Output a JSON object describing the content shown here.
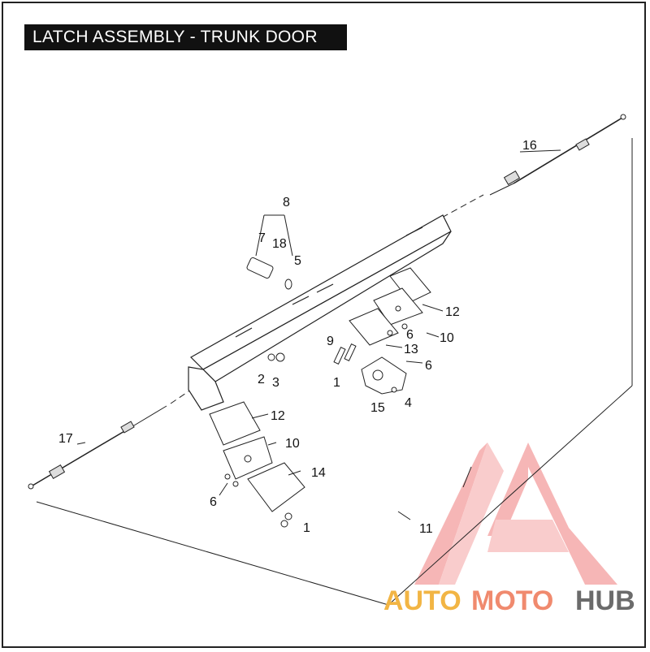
{
  "title": "LATCH ASSEMBLY - TRUNK DOOR",
  "callouts": {
    "c1a": "1",
    "c1b": "1",
    "c2": "2",
    "c3": "3",
    "c4": "4",
    "c5": "5",
    "c6a": "6",
    "c6b": "6",
    "c6c": "6",
    "c7": "7",
    "c8": "8",
    "c9": "9",
    "c10a": "10",
    "c10b": "10",
    "c11": "11",
    "c12a": "12",
    "c12b": "12",
    "c13": "13",
    "c14": "14",
    "c15": "15",
    "c16": "16",
    "c17": "17",
    "c18": "18"
  },
  "watermark": {
    "part1": "AUTO",
    "part2": "MOTO",
    "part3": "HUB",
    "color1": "#f2b544",
    "color2": "#f08a6e",
    "color3": "#6b6b6b",
    "logo_color": "#f07c7c"
  }
}
